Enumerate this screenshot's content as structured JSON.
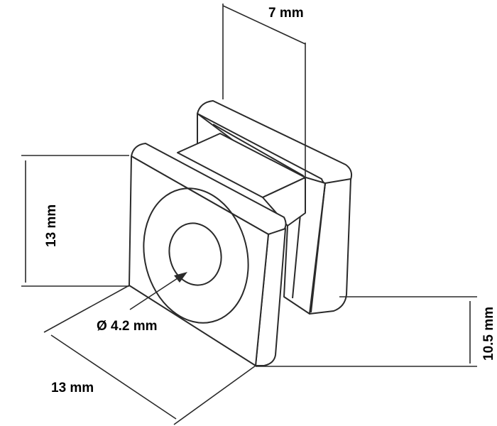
{
  "dimensions": {
    "top_width": "7 mm",
    "left_height": "13 mm",
    "bottom_width": "13 mm",
    "right_height": "10.5 mm",
    "hole_diameter": "Ø 4.2 mm"
  },
  "colors": {
    "line": "#2a2a2a",
    "background": "#ffffff"
  }
}
